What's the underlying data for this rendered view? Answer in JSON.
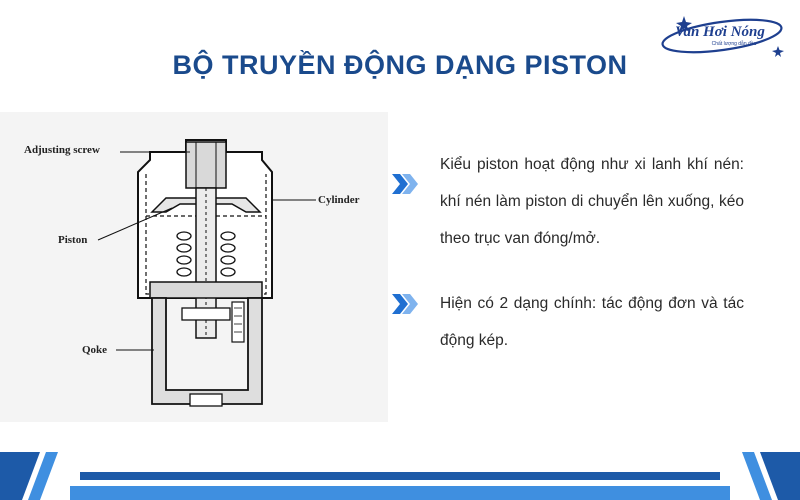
{
  "title": "BỘ TRUYỀN ĐỘNG DẠNG PISTON",
  "logo": {
    "name": "Van Hơi Nóng",
    "tagline": "Chất lượng dẫn đầu"
  },
  "diagram": {
    "labels": {
      "adjusting_screw": "Adjusting screw",
      "cylinder": "Cylinder",
      "piston": "Piston",
      "yoke": "Qoke"
    }
  },
  "bullets": [
    {
      "icon": "double-chevron-right-icon",
      "text": "Kiểu piston hoạt động như xi lanh khí nén: khí nén làm piston di chuyển lên xuống, kéo theo trục van đóng/mở."
    },
    {
      "icon": "double-chevron-right-icon",
      "text": "Hiện có 2 dạng chính: tác động đơn và tác động kép."
    }
  ],
  "colors": {
    "title": "#1a4a8c",
    "accent": "#1f6fd1",
    "footer_dark": "#1d5aa8",
    "footer_light": "#3f8fe0"
  }
}
